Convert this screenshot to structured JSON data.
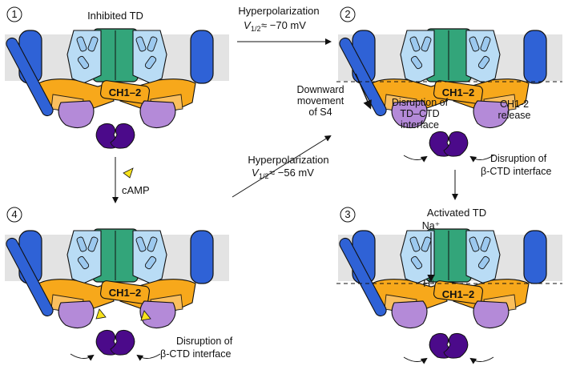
{
  "panels": [
    {
      "number": "1",
      "title": "Inhibited TD"
    },
    {
      "number": "2",
      "title": ""
    },
    {
      "number": "3",
      "title": "Activated TD"
    },
    {
      "number": "4",
      "title": ""
    }
  ],
  "labels": {
    "ch12": "CH1–2",
    "hyperpol_1": "Hyperpolarization",
    "v_half_1": "V",
    "v_half_sub_1": "1/2",
    "v_half_val_1": " ≈ −70 mV",
    "hyperpol_2": "Hyperpolarization",
    "v_half_2": "V",
    "v_half_sub_2": "1/2",
    "v_half_val_2": " ≈ −56 mV",
    "camp": "cAMP",
    "downward_1": "Downward",
    "downward_2": "movement",
    "downward_3": "of S4",
    "disruption_td_1": "Disruption of",
    "disruption_td_2": "TD–CTD",
    "disruption_td_3": "interface",
    "ch12_release_1": "CH1-2",
    "ch12_release_2": "release",
    "disruption_beta_1": "Disruption of",
    "disruption_beta_2": "β-CTD interface",
    "disruption_beta_p4_1": "Disruption of",
    "disruption_beta_p4_2": "β-CTD interface",
    "na": "Na⁺",
    "h": "H⁺"
  },
  "colors": {
    "membrane": "#e3e3e3",
    "vsd_blue": "#2f62d6",
    "pore_light_blue": "#b9dcf5",
    "pore_green": "#33a57a",
    "td_orange": "#f7a81b",
    "td_orange_light": "#fbc266",
    "ctd_lilac": "#b48ad8",
    "beta_purple": "#4b0a8a",
    "camp_yellow": "#f8e21b"
  }
}
